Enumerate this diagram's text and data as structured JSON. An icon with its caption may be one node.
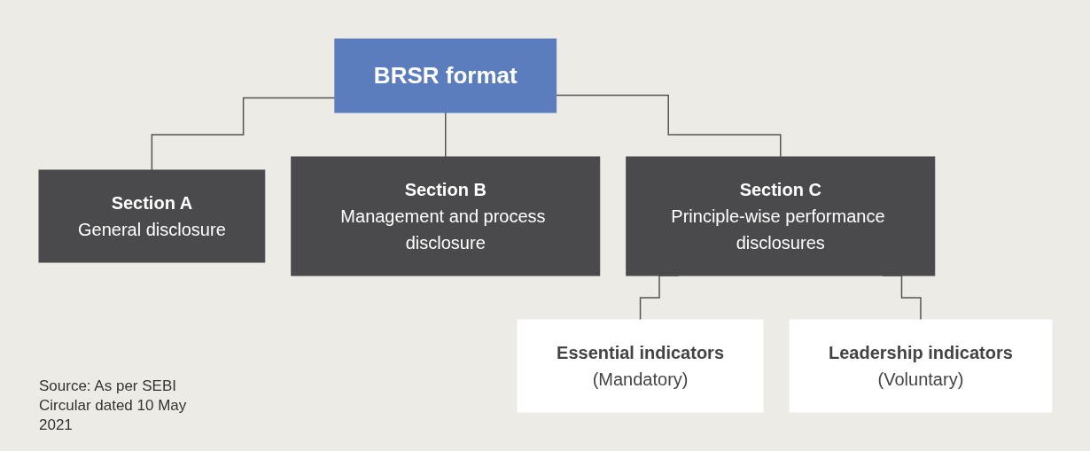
{
  "diagram": {
    "nodes": [
      {
        "text": [
          "BRSR format"
        ]
      },
      {
        "text": [
          "Section A",
          "General disclosure"
        ]
      },
      {
        "text": [
          "Section B",
          "Management and process disclosure"
        ]
      },
      {
        "text": [
          "Section C",
          "Principle-wise performance disclosures"
        ]
      },
      {
        "text": [
          "Essential indicators",
          "(Mandatory)"
        ]
      },
      {
        "text": [
          "Leadership indicators",
          "(Voluntary)"
        ]
      }
    ],
    "edges": [
      {
        "from": 0,
        "to": 1,
        "arrow": "none"
      },
      {
        "from": 0,
        "to": 2,
        "arrow": "none"
      },
      {
        "from": 0,
        "to": 3,
        "arrow": "none"
      },
      {
        "from": 3,
        "to": 4,
        "arrow": "none"
      },
      {
        "from": 3,
        "to": 5,
        "arrow": "none"
      }
    ],
    "labels": [
      "Source: As per SEBI Circular dated 10 May 2021"
    ]
  }
}
